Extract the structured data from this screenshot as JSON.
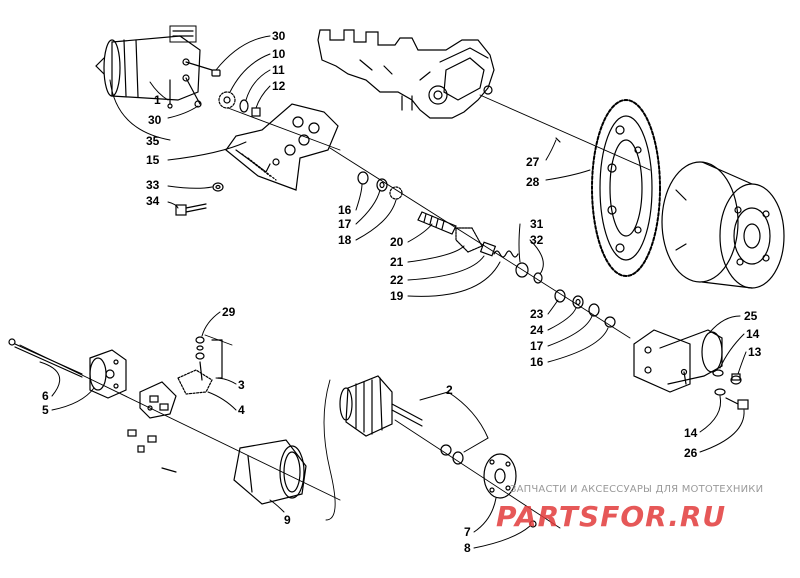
{
  "callouts": {
    "c1": "1",
    "c2": "2",
    "c3": "3",
    "c4": "4",
    "c5": "5",
    "c6": "6",
    "c7": "7",
    "c8": "8",
    "c9": "9",
    "c10": "10",
    "c11": "11",
    "c12": "12",
    "c13": "13",
    "c14a": "14",
    "c14b": "14",
    "c15": "15",
    "c16a": "16",
    "c16b": "16",
    "c17a": "17",
    "c17b": "17",
    "c18": "18",
    "c19": "19",
    "c20": "20",
    "c21": "21",
    "c22": "22",
    "c23": "23",
    "c24": "24",
    "c25": "25",
    "c26": "26",
    "c27": "27",
    "c28": "28",
    "c29": "29",
    "c30a": "30",
    "c30b": "30",
    "c31": "31",
    "c32": "32",
    "c33": "33",
    "c34": "34",
    "c35": "35"
  },
  "watermark": {
    "caption": "ЗАПЧАСТИ И АКСЕССУАРЫ ДЛЯ МОТОТЕХНИКИ",
    "logo": "PARTSFOR.RU"
  },
  "colors": {
    "ink": "#000000",
    "watermark_red": "#e23b3b",
    "watermark_gray": "#9a9a9a"
  }
}
